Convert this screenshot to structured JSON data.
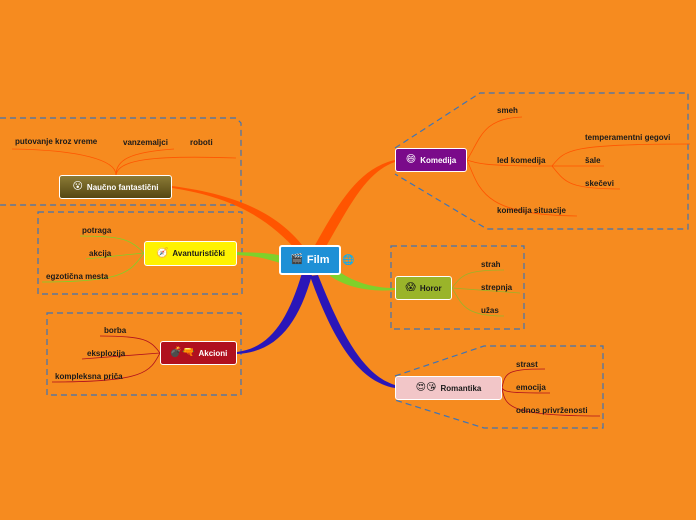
{
  "center": {
    "label": "Film",
    "icon": "clapperboard-icon"
  },
  "topics": [
    {
      "id": "nf",
      "label": "Naučno fantastični",
      "emoji": "😮",
      "icon": "surprised-face-icon",
      "bg": "#6b5a1e",
      "fg": "#ffffff",
      "line": "#ff5500",
      "children": [
        "putovanje kroz vreme",
        "vanzemaljci",
        "roboti"
      ]
    },
    {
      "id": "av",
      "label": "Avanturistički",
      "emoji": "🧭",
      "icon": "compass-icon",
      "bg": "#fff200",
      "fg": "#1a1a1a",
      "line": "#7fd12a",
      "children": [
        "potraga",
        "akcija",
        "egzotična mesta"
      ]
    },
    {
      "id": "ak",
      "label": "Akcioni",
      "emoji": "💣🔫",
      "icon": "bomb-gun-icon",
      "bg": "#b0101e",
      "fg": "#ffffff",
      "line": "#2a16b8",
      "children": [
        "borba",
        "eksplozija",
        "kompleksna priča"
      ]
    },
    {
      "id": "ko",
      "label": "Komedija",
      "emoji": "😄",
      "icon": "laughing-face-icon",
      "bg": "#7a0a8a",
      "fg": "#ffffff",
      "line": "#ff5500",
      "children": [
        "smeh",
        "led komedija",
        "komedija situacije"
      ],
      "sub": [
        "temperamentni gegovi",
        "šale",
        "skečevi"
      ]
    },
    {
      "id": "ho",
      "label": "Horor",
      "emoji": "😱",
      "icon": "screaming-face-icon",
      "bg": "#9ab42a",
      "fg": "#1a1a1a",
      "line": "#7fd12a",
      "children": [
        "strah",
        "strepnja",
        "užas"
      ]
    },
    {
      "id": "ro",
      "label": "Romantika",
      "emoji": "😍😘",
      "icon": "love-faces-icon",
      "bg": "#f2c6c8",
      "fg": "#1a1a1a",
      "line": "#2a16b8",
      "children": [
        "strast",
        "emocija",
        "odnos privrženosti"
      ]
    }
  ],
  "colors": {
    "background": "#f68b1f",
    "boundary": "#3f74b5",
    "center": "#1e90d6"
  }
}
